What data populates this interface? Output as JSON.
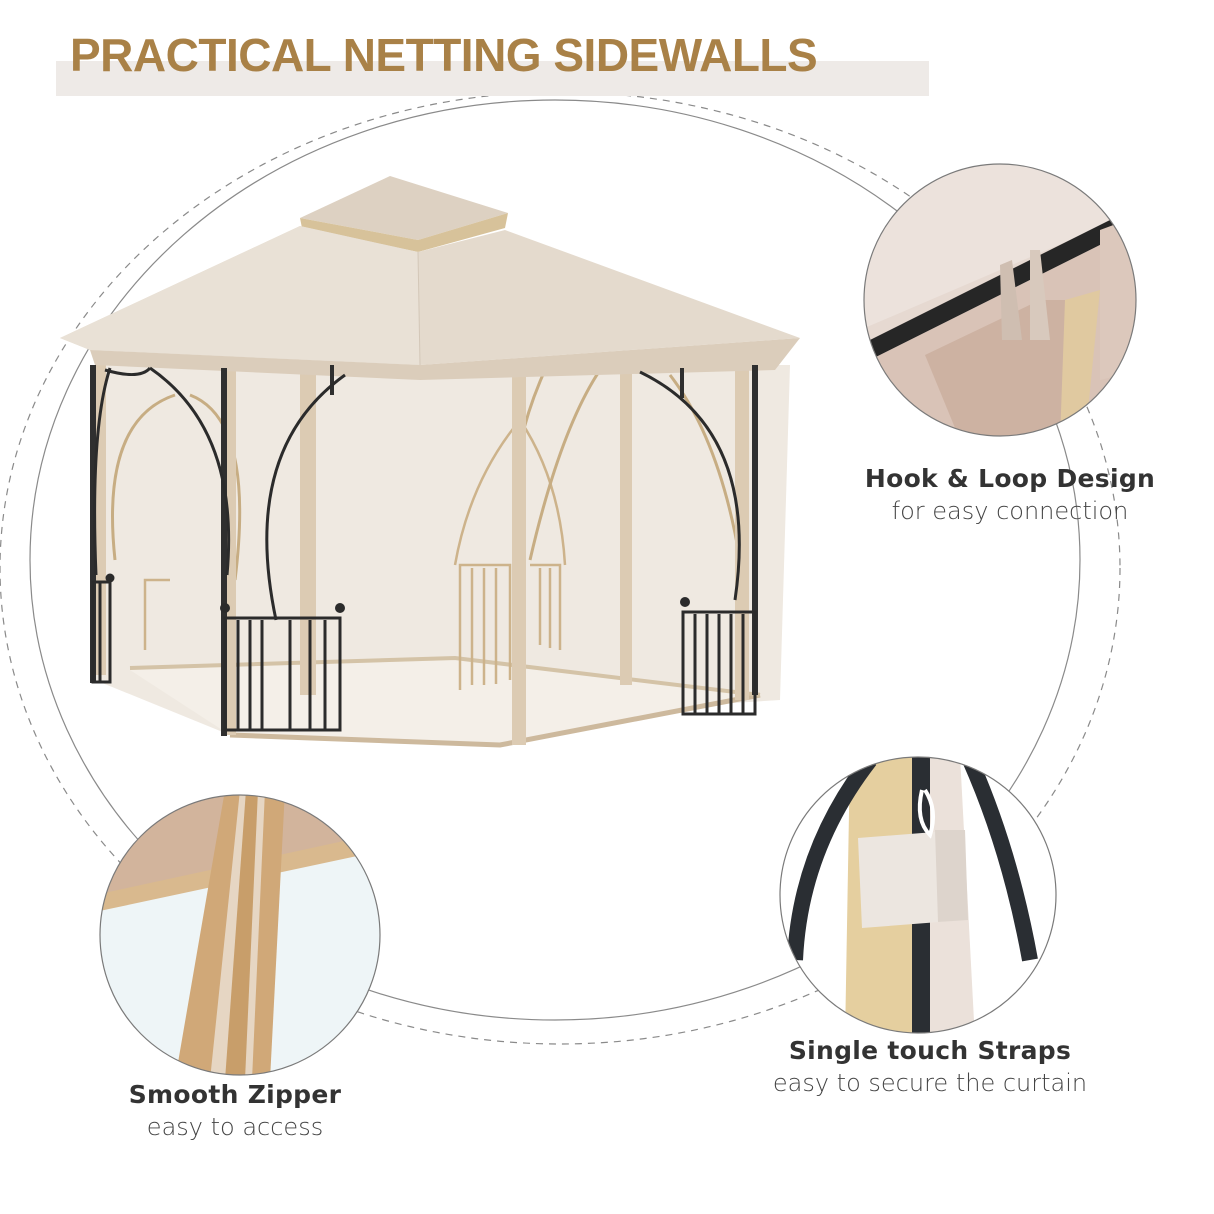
{
  "header": {
    "title": "PRACTICAL NETTING SIDEWALLS",
    "title_color": "#a98147",
    "banner_color": "#eeeae7"
  },
  "main_image": {
    "subject": "gazebo-with-netting-sidewalls",
    "canopy_color": "#e2d8cc",
    "frame_color": "#2b2b2b",
    "netting_color": "#efe8df"
  },
  "features": [
    {
      "id": "hook-loop",
      "title": "Hook & Loop Design",
      "subtitle": "for easy connection"
    },
    {
      "id": "zipper",
      "title": "Smooth Zipper",
      "subtitle": "easy to access"
    },
    {
      "id": "straps",
      "title": "Single touch Straps",
      "subtitle": "easy to secure the curtain"
    }
  ]
}
